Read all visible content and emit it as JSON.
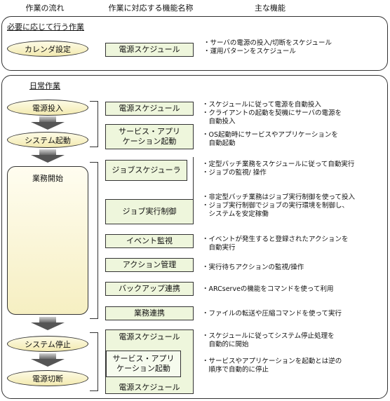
{
  "headers": {
    "flow": "作業の流れ",
    "function_name": "作業に対応する機能名称",
    "main_function": "主な機能"
  },
  "section1": {
    "title": "必要に応じて行う作業",
    "task": "カレンダ設定",
    "function": "電源スケジュール",
    "desc": [
      "・サーバの電源の投入/切断をスケジュール",
      "・運用パターンをスケジュール"
    ]
  },
  "section2": {
    "title": "日常作業",
    "tasks": {
      "power_on": "電源投入",
      "system_start": "システム起動",
      "business_start": "業務開始",
      "system_stop": "システム停止",
      "power_off": "電源切断"
    },
    "functions": {
      "power_schedule_1": "電源スケジュール",
      "service_app_start_1": "サービス・アプリ\nケーション起動",
      "job_scheduler": "ジョブスケジューラ",
      "job_exec_control": "ジョブ実行制御",
      "event_monitor": "イベント監視",
      "action_mgmt": "アクション管理",
      "backup_link": "バックアップ連携",
      "business_link": "業務連携",
      "power_schedule_2": "電源スケジュール",
      "service_app_start_2": "サービス・アプリ\nケーション起動",
      "power_schedule_3": "電源スケジュール"
    },
    "descs": {
      "d1": [
        "・スケジュールに従って電源を自動投入",
        "・クライアントの起動を契機にサーバの電源を",
        "　自動投入"
      ],
      "d2": [
        "・OS起動時にサービスやアプリケーションを",
        "　自動起動"
      ],
      "d3": [
        "・定型バッチ業務をスケジュールに従って自動実行",
        "・ジョブの監視/ 操作"
      ],
      "d4": [
        "・非定型バッチ業務はジョブ実行制御を使って投入",
        "・ジョブ実行制御でジョブの実行環境を制御し、",
        "　システムを安定稼働"
      ],
      "d5": [
        "・イベントが発生すると登録されたアクションを",
        "　自動実行"
      ],
      "d6": [
        "・実行待ちアクションの監視/操作"
      ],
      "d7": [
        "・ARCserveの機能をコマンドを使って利用"
      ],
      "d8": [
        "・ファイルの転送や圧縮コマンドを使って実行"
      ],
      "d9": [
        "・スケジュールに従ってシステム停止処理を",
        "　自動的に開始"
      ],
      "d10": [
        "・サービスやアプリケーションを起動とは逆の",
        "　順序で自動的に停止"
      ]
    }
  }
}
